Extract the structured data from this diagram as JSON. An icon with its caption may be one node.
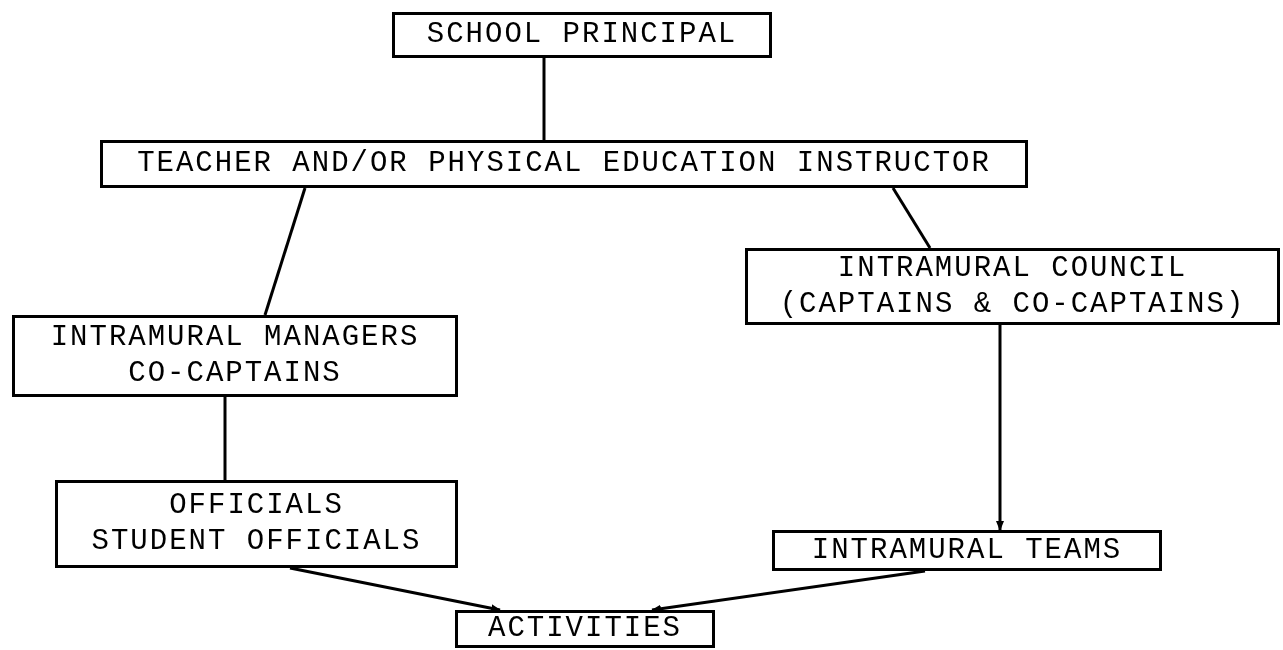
{
  "diagram": {
    "nodes": [
      {
        "text": [
          "SCHOOL PRINCIPAL"
        ]
      },
      {
        "text": [
          "TEACHER AND/OR PHYSICAL EDUCATION INSTRUCTOR"
        ]
      },
      {
        "text": [
          "INTRAMURAL MANAGERS",
          "CO-CAPTAINS"
        ]
      },
      {
        "text": [
          "INTRAMURAL COUNCIL",
          "(CAPTAINS & CO-CAPTAINS)"
        ]
      },
      {
        "text": [
          "OFFICIALS",
          "STUDENT OFFICIALS"
        ]
      },
      {
        "text": [
          "INTRAMURAL TEAMS"
        ]
      },
      {
        "text": [
          "ACTIVITIES"
        ]
      }
    ],
    "edges": [
      {
        "from": 0,
        "to": 1,
        "arrow": "none"
      },
      {
        "from": 1,
        "to": 2,
        "arrow": "none"
      },
      {
        "from": 1,
        "to": 3,
        "arrow": "none"
      },
      {
        "from": 2,
        "to": 4,
        "arrow": "none"
      },
      {
        "from": 3,
        "to": 5,
        "arrow": "to"
      },
      {
        "from": 4,
        "to": 6,
        "arrow": "to"
      },
      {
        "from": 5,
        "to": 6,
        "arrow": "to"
      }
    ]
  }
}
